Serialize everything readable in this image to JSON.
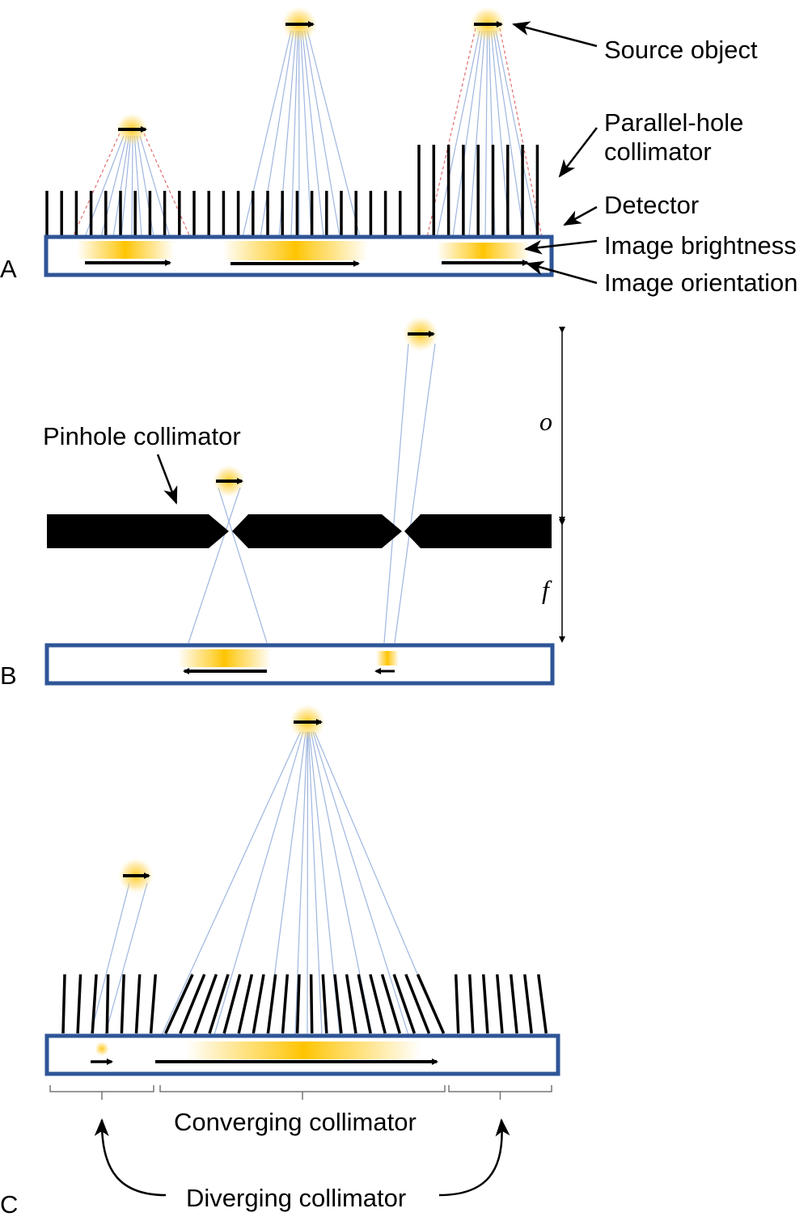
{
  "panels": {
    "a": {
      "letter": "A"
    },
    "b": {
      "letter": "B"
    },
    "c": {
      "letter": "C"
    }
  },
  "labels": {
    "source_object": "Source object",
    "parallel_hole_1": "Parallel-hole",
    "parallel_hole_2": "collimator",
    "detector": "Detector",
    "image_brightness": "Image brightness",
    "image_orientation": "Image orientation",
    "pinhole_collimator": "Pinhole collimator",
    "object_distance": "o",
    "focal_distance": "f",
    "converging_collimator": "Converging collimator",
    "diverging_collimator": "Diverging collimator"
  },
  "colors": {
    "detector_border": "#2e5597",
    "ray": "#9fb6df",
    "ray_dashed": "#e07070",
    "source_glow": "#ffc400",
    "septa": "#000000"
  }
}
